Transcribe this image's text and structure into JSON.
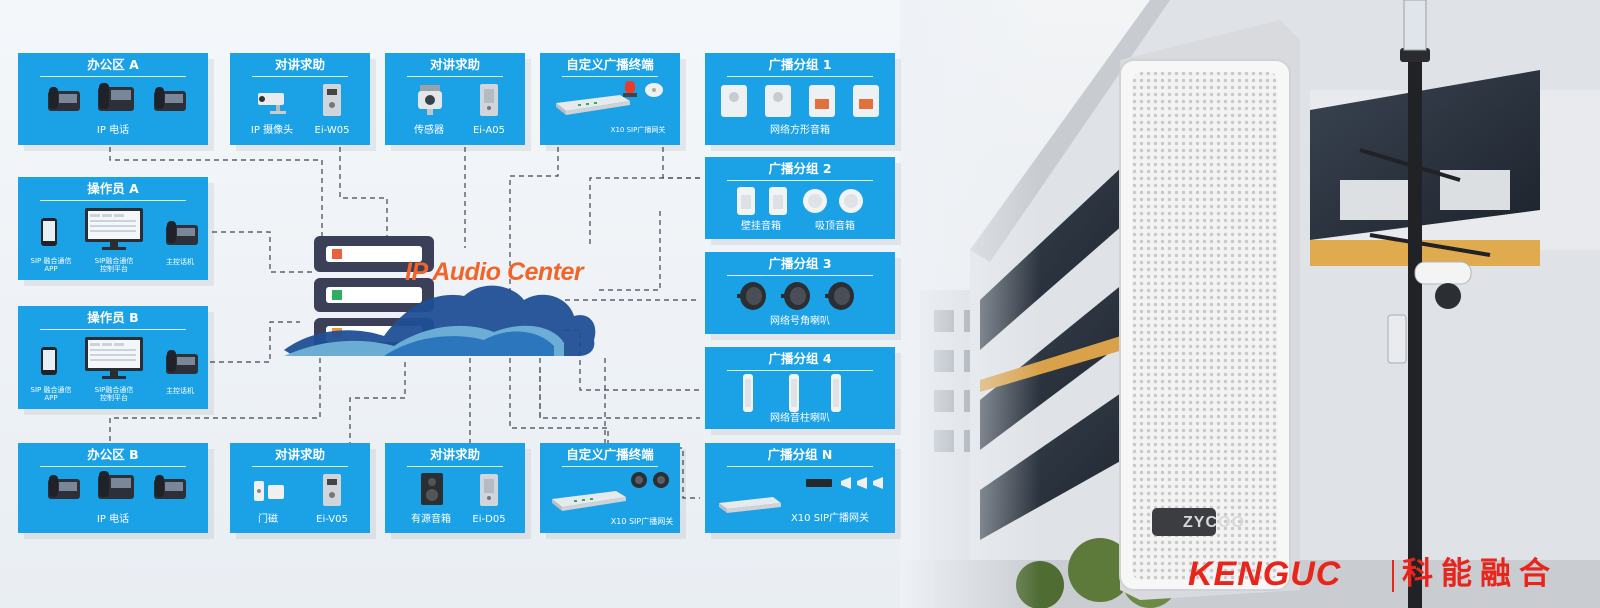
{
  "center": {
    "label": "IP Audio Center"
  },
  "tiles": {
    "office_a": {
      "title": "办公区 A",
      "caption": "IP 电话"
    },
    "intercom_1": {
      "title": "对讲求助",
      "camera_label": "IP 摄像头",
      "device_label": "Ei-W05"
    },
    "intercom_2": {
      "title": "对讲求助",
      "sensor_label": "传感器",
      "device_label": "Ei-A05"
    },
    "custom_terminal_1": {
      "title": "自定义广播终端",
      "gateway_label": "X10 SIP广播网关"
    },
    "group_1": {
      "title": "广播分组 1",
      "caption": "网络方形音箱"
    },
    "operator_a": {
      "title": "操作员 A",
      "app_label": "SIP 融合通信\nAPP",
      "platform_label": "SIP融合通信\n控制平台",
      "console_label": "主控话机"
    },
    "group_2": {
      "title": "广播分组 2",
      "wall_label": "壁挂音箱",
      "ceiling_label": "吸顶音箱"
    },
    "group_3": {
      "title": "广播分组 3",
      "caption": "网络号角喇叭"
    },
    "operator_b": {
      "title": "操作员 B",
      "app_label": "SIP 融合通信\nAPP",
      "platform_label": "SIP融合通信\n控制平台",
      "console_label": "主控话机"
    },
    "group_4": {
      "title": "广播分组 4",
      "caption": "网络音柱喇叭"
    },
    "office_b": {
      "title": "办公区 B",
      "caption": "IP 电话"
    },
    "intercom_3": {
      "title": "对讲求助",
      "door_label": "门磁",
      "device_label": "Ei-V05"
    },
    "intercom_4": {
      "title": "对讲求助",
      "speaker_label": "有源音箱",
      "device_label": "Ei-D05"
    },
    "custom_terminal_2": {
      "title": "自定义广播终端",
      "gateway_label": "X10 SIP广播网关"
    },
    "group_n": {
      "title": "广播分组 N",
      "gateway_label": "X10 SIP广播网关"
    }
  },
  "photo": {
    "badge": "ZYCOO"
  },
  "brand": {
    "wordmark": "KENGUC",
    "chinese": "科能融合"
  },
  "colors": {
    "tile": "#1aa1e6",
    "accent": "#f0662a",
    "brand": "#e8241b",
    "server": "#3c3f58"
  }
}
